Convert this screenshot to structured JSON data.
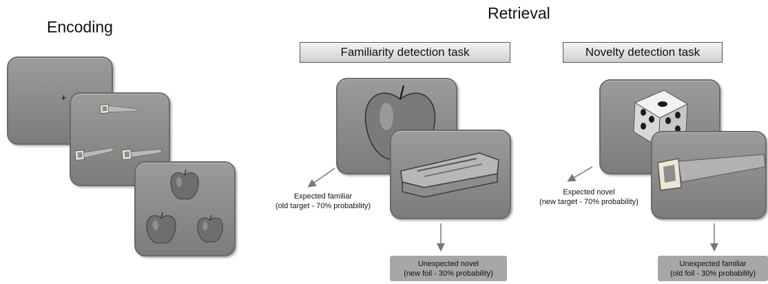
{
  "encoding": {
    "heading": "Encoding",
    "fixation": "+"
  },
  "retrieval": {
    "heading": "Retrieval"
  },
  "familiarity_task": {
    "label": "Familiarity detection task",
    "expected": {
      "line1": "Expected familiar",
      "line2": "(old target - 70% probability)"
    },
    "unexpected": {
      "line1": "Unexpected novel",
      "line2": "(new foil - 30% probability)"
    }
  },
  "novelty_task": {
    "label": "Novelty detection task",
    "expected": {
      "line1": "Expected novel",
      "line2": "(new target - 70% probability)"
    },
    "unexpected": {
      "line1": "Unexpected familiar",
      "line2": "(old foil - 30% probability)"
    }
  },
  "icons": [
    "saw-icon",
    "apple-icon",
    "stapler-icon",
    "die-icon"
  ],
  "colors": {
    "screen": "#8a8a8a",
    "result_box": "#a7a7a7",
    "task_box": "#dcdcdc"
  }
}
